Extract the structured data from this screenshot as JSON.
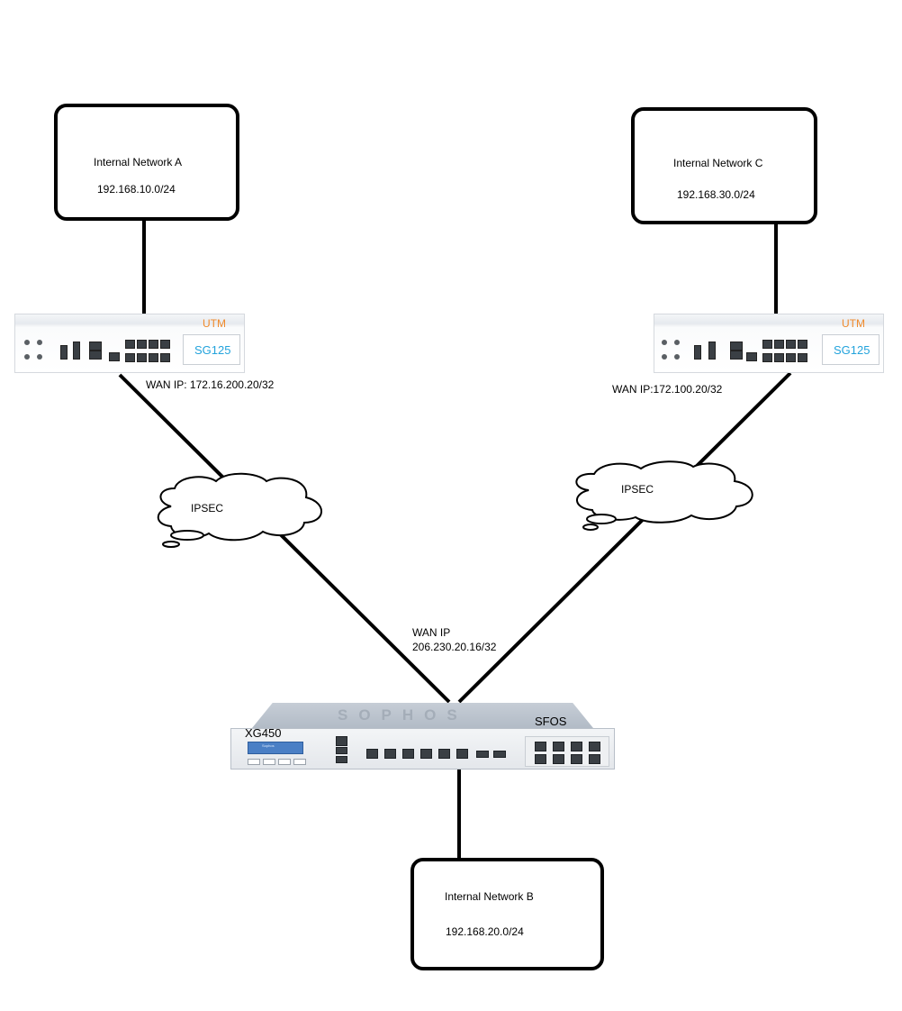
{
  "networks": {
    "a": {
      "name": "Internal Network A",
      "subnet": "192.168.10.0/24"
    },
    "b": {
      "name": "Internal Network B",
      "subnet": "192.168.20.0/24"
    },
    "c": {
      "name": "Internal Network C",
      "subnet": "192.168.30.0/24"
    }
  },
  "devices": {
    "left": {
      "brand": "UTM",
      "model": "SG125",
      "wan": "WAN IP: 172.16.200.20/32"
    },
    "right": {
      "brand": "UTM",
      "model": "SG125",
      "wan": "WAN IP:172.100.20/32"
    },
    "center": {
      "model": "XG450",
      "os": "SFOS",
      "wan_label": "WAN IP",
      "wan_ip": "206.230.20.16/32",
      "logo": "SOPHOS",
      "lcd_text": "Sophos"
    }
  },
  "tunnels": {
    "left": "IPSEC",
    "right": "IPSEC"
  },
  "colors": {
    "line": "#000000",
    "brand": "#f08a2c",
    "model": "#23a3dc"
  }
}
